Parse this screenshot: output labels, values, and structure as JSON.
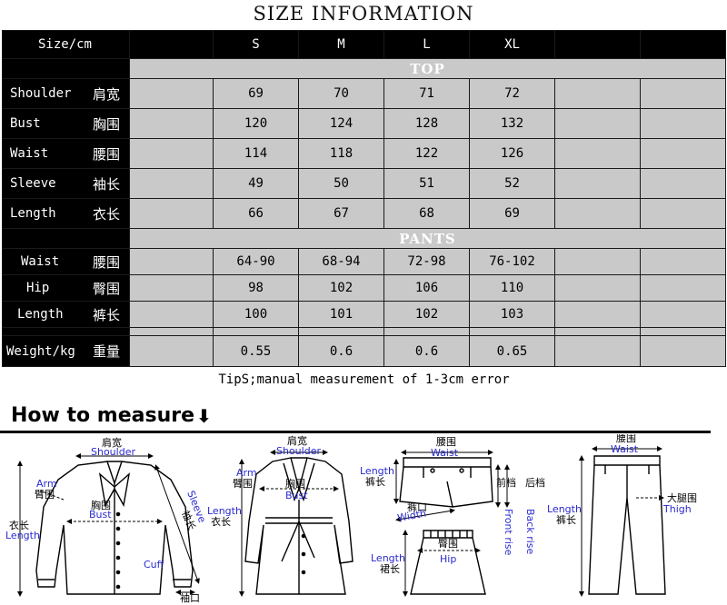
{
  "title": "SIZE INFORMATION",
  "table": {
    "header": {
      "label": "Size/cm",
      "sizes": [
        "S",
        "M",
        "L",
        "XL"
      ]
    },
    "top": {
      "section_label": "TOP",
      "rows": [
        {
          "en": "Shoulder",
          "zh": "肩宽",
          "values": [
            "69",
            "70",
            "71",
            "72"
          ]
        },
        {
          "en": "Bust",
          "zh": "胸围",
          "values": [
            "120",
            "124",
            "128",
            "132"
          ]
        },
        {
          "en": "Waist",
          "zh": "腰围",
          "values": [
            "114",
            "118",
            "122",
            "126"
          ]
        },
        {
          "en": "Sleeve",
          "zh": "袖长",
          "values": [
            "49",
            "50",
            "51",
            "52"
          ]
        },
        {
          "en": "Length",
          "zh": "衣长",
          "values": [
            "66",
            "67",
            "68",
            "69"
          ]
        }
      ]
    },
    "pants": {
      "section_label": "PANTS",
      "rows": [
        {
          "en": "Waist",
          "zh": "腰围",
          "values": [
            "64-90",
            "68-94",
            "72-98",
            "76-102"
          ]
        },
        {
          "en": "Hip",
          "zh": "臀围",
          "values": [
            "98",
            "102",
            "106",
            "110"
          ]
        },
        {
          "en": "Length",
          "zh": "裤长",
          "values": [
            "100",
            "101",
            "102",
            "103"
          ]
        }
      ]
    },
    "weight": {
      "en": "Weight/kg",
      "zh": "重量",
      "values": [
        "0.55",
        "0.6",
        "0.6",
        "0.65"
      ]
    },
    "tips": "TipS;manual measurement of 1-3cm error"
  },
  "measure": {
    "title": "How to measure",
    "arrow": "⬇",
    "shirt": {
      "shoulder_zh": "肩宽",
      "shoulder_en": "Shoulder",
      "arm_en": "Arm",
      "arm_zh": "臂围",
      "bust_zh": "胸围",
      "bust_en": "Bust",
      "length_zh": "衣长",
      "length_en": "Length",
      "sleeve_en": "Sleeve",
      "sleeve_zh": "袖长",
      "cuff_en": "Cuff",
      "cuff_zh": "袖口"
    },
    "coat": {
      "shoulder_zh": "肩宽",
      "shoulder_en": "Shoulder",
      "arm_en": "Arm",
      "arm_zh": "臂围",
      "bust_zh": "胸围",
      "bust_en": "Bust",
      "length_en": "Length",
      "length_zh": "衣长"
    },
    "shorts": {
      "waist_zh": "腰围",
      "waist_en": "Waist",
      "length_en": "Length",
      "length_zh": "裤长",
      "front_rise_zh": "前档",
      "back_rise_zh": "后档",
      "front_rise_en": "Front rise",
      "back_rise_en": "Back rise",
      "width_zh": "裤口",
      "width_en": "Width"
    },
    "skirt": {
      "hip_zh": "臀围",
      "hip_en": "Hip",
      "length_en": "Length",
      "length_zh": "裙长"
    },
    "pants": {
      "waist_zh": "腰围",
      "waist_en": "Waist",
      "length_en": "Length",
      "length_zh": "裤长",
      "thigh_zh": "大腿围",
      "thigh_en": "Thigh"
    }
  }
}
